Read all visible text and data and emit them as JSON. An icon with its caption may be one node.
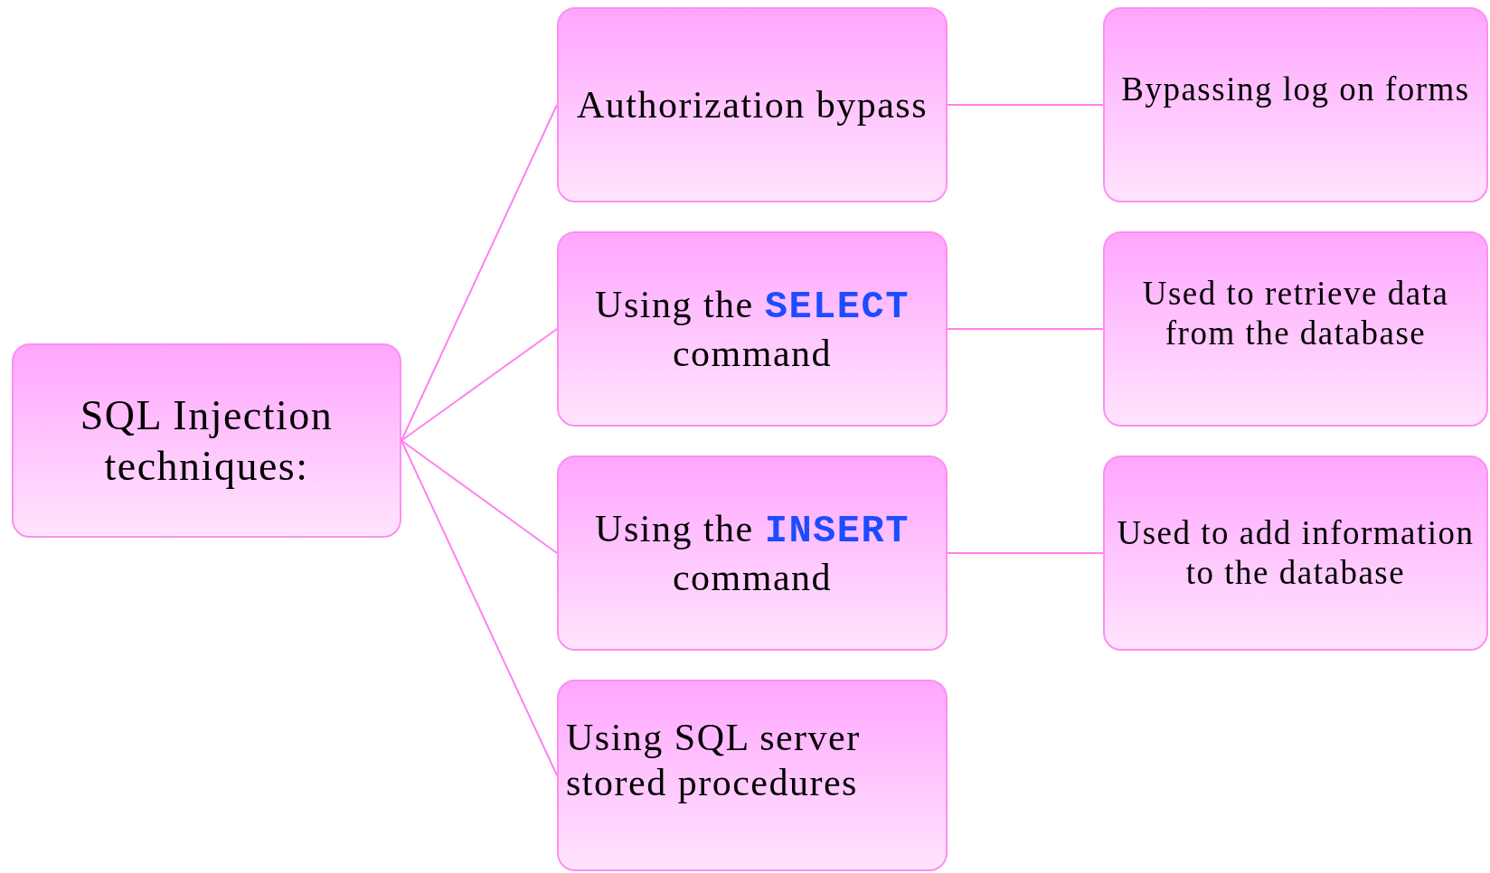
{
  "diagram": {
    "nodes": [
      {
        "text": [
          "SQL Injection techniques:"
        ]
      },
      {
        "text": [
          "Authorization bypass"
        ]
      },
      {
        "text": [
          "Using the **SELECT** command"
        ]
      },
      {
        "text": [
          "Using the **INSERT** command"
        ]
      },
      {
        "text": [
          "Using  SQL server stored procedures"
        ]
      },
      {
        "text": [
          "Bypassing log on forms"
        ]
      },
      {
        "text": [
          "Used to retrieve data from the database"
        ]
      },
      {
        "text": [
          "Used to add information to the database"
        ]
      }
    ],
    "edges": [
      {
        "from": 0,
        "to": 1,
        "arrow": "none"
      },
      {
        "from": 0,
        "to": 2,
        "arrow": "none"
      },
      {
        "from": 0,
        "to": 3,
        "arrow": "none"
      },
      {
        "from": 0,
        "to": 4,
        "arrow": "none"
      },
      {
        "from": 1,
        "to": 5,
        "arrow": "none"
      },
      {
        "from": 2,
        "to": 6,
        "arrow": "none"
      },
      {
        "from": 3,
        "to": 7,
        "arrow": "none"
      }
    ]
  }
}
